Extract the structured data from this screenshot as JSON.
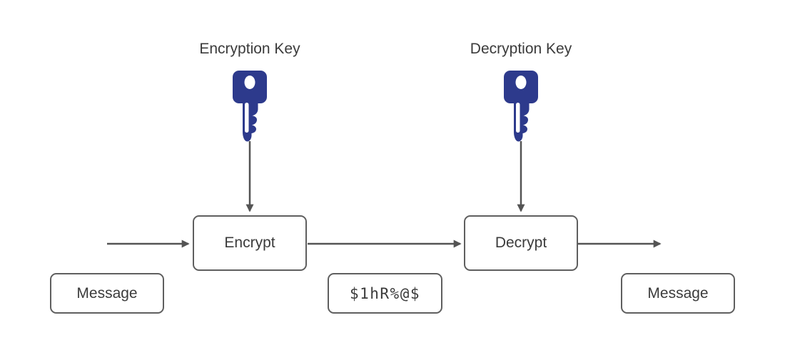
{
  "colors": {
    "key": "#2d3a8c",
    "line": "#545454",
    "border": "#5f5f5f",
    "text": "#3b3b3b"
  },
  "labels": {
    "encryption_key": "Encryption Key",
    "decryption_key": "Decryption Key"
  },
  "nodes": {
    "encrypt": "Encrypt",
    "decrypt": "Decrypt",
    "message_in": "Message",
    "ciphertext": "$1hR%@$",
    "message_out": "Message"
  },
  "icons": {
    "encryption_key": "key-icon",
    "decryption_key": "key-icon"
  }
}
